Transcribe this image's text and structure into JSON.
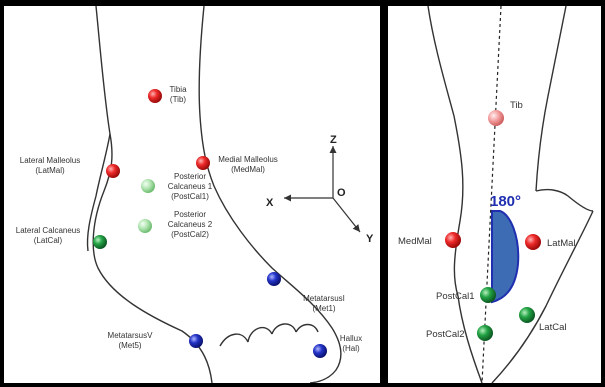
{
  "left_panel": {
    "markers": {
      "tib": {
        "label1": "Tibia",
        "label2": "(Tib)",
        "color": "red"
      },
      "latmal": {
        "label1": "Lateral Malleolus",
        "label2": "(LatMal)",
        "color": "red"
      },
      "medmal": {
        "label1": "Medial Malleolus",
        "label2": "(MedMal)",
        "color": "red"
      },
      "postcal1": {
        "label1": "Posterior",
        "label2": "Calcaneus 1",
        "label3": "(PostCal1)",
        "color": "lightgreen"
      },
      "postcal2": {
        "label1": "Posterior",
        "label2": "Calcaneus 2",
        "label3": "(PostCal2)",
        "color": "lightgreen"
      },
      "latcal": {
        "label1": "Lateral Calcaneus",
        "label2": "(LatCal)",
        "color": "green"
      },
      "met1": {
        "label1": "MetatarsusI",
        "label2": "(Met1)",
        "color": "blue"
      },
      "met5": {
        "label1": "MetatarsusV",
        "label2": "(Met5)",
        "color": "blue"
      },
      "hal": {
        "label1": "Hallux",
        "label2": "(Hal)",
        "color": "blue"
      }
    },
    "axes": {
      "z": "Z",
      "x": "X",
      "y": "Y",
      "origin": "O"
    }
  },
  "right_panel": {
    "labels": {
      "tib": "Tib",
      "medmal": "MedMal",
      "latmal": "LatMal",
      "postcal1": "PostCal1",
      "postcal2": "PostCal2",
      "latcal": "LatCal"
    },
    "angle": "180°"
  },
  "colors": {
    "red": "#e8141c",
    "lightgreen": "#a6dca8",
    "green": "#1f9a3c",
    "blue": "#1c2cc0",
    "angle_fill": "#3e6cb4",
    "angle_stroke": "#1f2fb0"
  }
}
